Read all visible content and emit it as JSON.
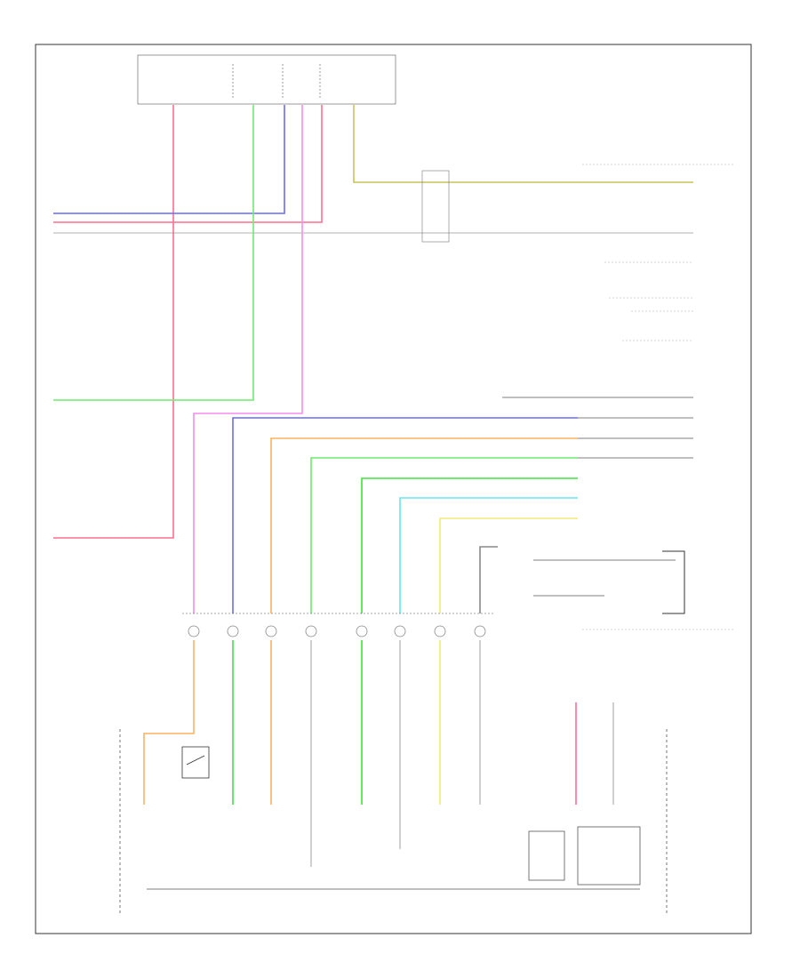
{
  "diagram": {
    "page_ref": "",
    "colors": {
      "red": "#ff6f8f",
      "pink": "#f78cf0",
      "blue": "#6a6af5",
      "light_green": "#6dec6d",
      "green": "#3ee33e",
      "orange": "#ffb060",
      "cyan": "#66e6f0",
      "yellow": "#f2ea7a",
      "olive": "#c8c45a",
      "gray": "#888888",
      "border": "#333333"
    },
    "wires": [
      {
        "id": "red-power",
        "color": "red"
      },
      {
        "id": "pink-main",
        "color": "pink"
      },
      {
        "id": "blue-main",
        "color": "blue"
      },
      {
        "id": "orange-main",
        "color": "orange"
      },
      {
        "id": "light-green-main",
        "color": "light_green"
      },
      {
        "id": "green-main",
        "color": "green"
      },
      {
        "id": "cyan-main",
        "color": "cyan"
      },
      {
        "id": "yellow-main",
        "color": "yellow"
      }
    ]
  }
}
